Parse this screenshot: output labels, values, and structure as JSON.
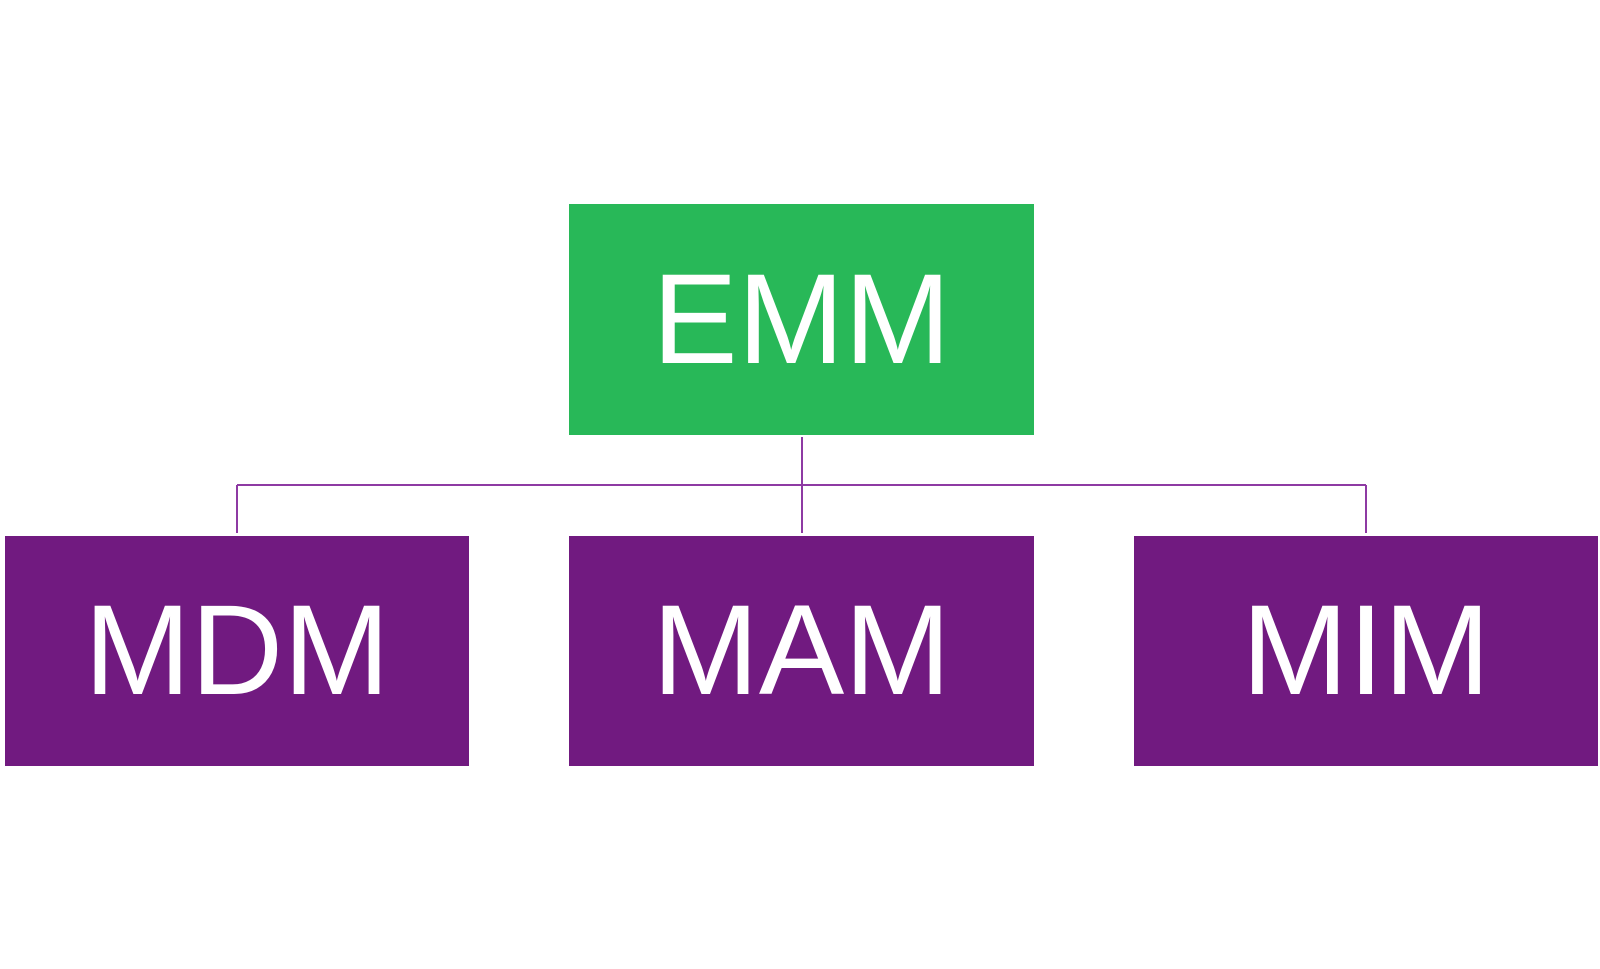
{
  "diagram": {
    "type": "hierarchy",
    "root": {
      "label": "EMM",
      "color": "#28b858"
    },
    "children": [
      {
        "label": "MDM",
        "color": "#711a80"
      },
      {
        "label": "MAM",
        "color": "#711a80"
      },
      {
        "label": "MIM",
        "color": "#711a80"
      }
    ],
    "connector_color": "#8e3aa3"
  }
}
